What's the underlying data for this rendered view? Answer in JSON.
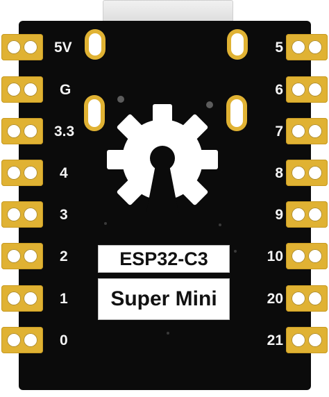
{
  "board": {
    "chip_label": "ESP32-C3",
    "board_label": "Super Mini",
    "colors": {
      "pcb": "#0b0b0b",
      "pad_gold": "#e0b233",
      "silkscreen": "#f4f4f4",
      "connector": "#e6e6e6"
    }
  },
  "left_pins": [
    "5V",
    "G",
    "3.3",
    "4",
    "3",
    "2",
    "1",
    "0"
  ],
  "right_pins": [
    "5",
    "6",
    "7",
    "8",
    "9",
    "10",
    "20",
    "21"
  ],
  "logo": {
    "icon": "open-source-hardware-gear-icon"
  }
}
